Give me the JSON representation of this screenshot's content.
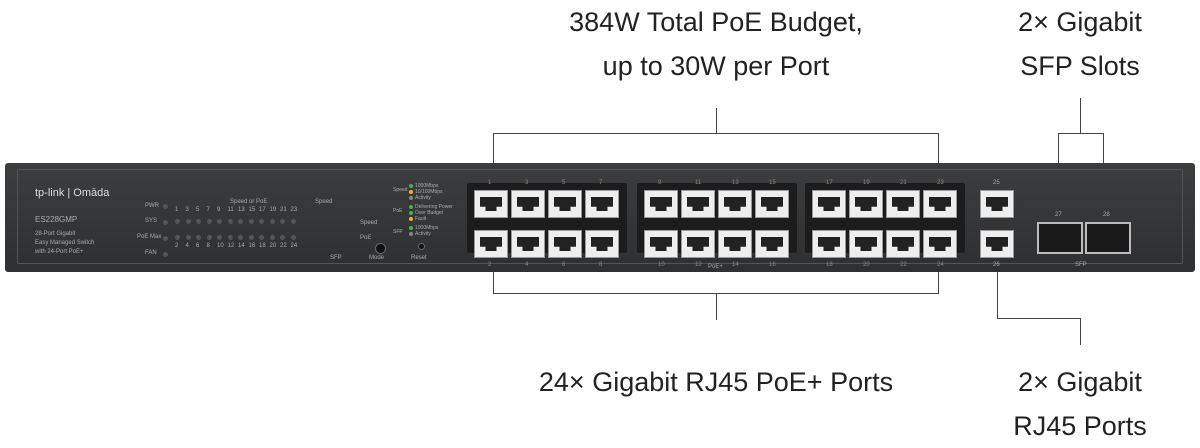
{
  "callouts": {
    "poe_budget": [
      "384W Total PoE Budget,",
      "up to 30W per Port"
    ],
    "sfp": [
      "2× Gigabit",
      "SFP Slots"
    ],
    "poe_ports": "24× Gigabit RJ45 PoE+ Ports",
    "rj45": [
      "2× Gigabit",
      "RJ45 Ports"
    ]
  },
  "device": {
    "brand": "tp-link | Omāda",
    "model": "ES228GMP",
    "description": [
      "28-Port Gigabit",
      "Easy Managed Switch",
      "with 24-Port PoE+"
    ],
    "status_leds": [
      "PWR",
      "SYS",
      "PoE Max",
      "FAN"
    ],
    "speed_or_poe": "Speed or PoE",
    "speed": "Speed",
    "sfp_label": "SFP",
    "mode_leds": [
      "Speed",
      "PoE"
    ],
    "mode_button": "Mode",
    "reset_button": "Reset",
    "legend": [
      {
        "group": "Speed",
        "items": [
          "1000Mbps",
          "10/100Mbps",
          "Activity"
        ]
      },
      {
        "group": "PoE",
        "items": [
          "Delivering Power",
          "Over Budget",
          "Fault"
        ]
      },
      {
        "group": "SFP",
        "items": [
          "1000Mbps",
          "Activity"
        ]
      }
    ],
    "led_colors": {
      "green": "#4caf50",
      "amber": "#f0b030"
    },
    "poe_label": "PoE+",
    "port_top": [
      "1",
      "3",
      "5",
      "7",
      "9",
      "11",
      "13",
      "15",
      "17",
      "19",
      "21",
      "23"
    ],
    "port_bottom": [
      "2",
      "4",
      "6",
      "8",
      "10",
      "12",
      "14",
      "16",
      "18",
      "20",
      "22",
      "24"
    ],
    "rj45_ports": [
      "25",
      "26"
    ],
    "sfp_ports": [
      "27",
      "28"
    ]
  }
}
